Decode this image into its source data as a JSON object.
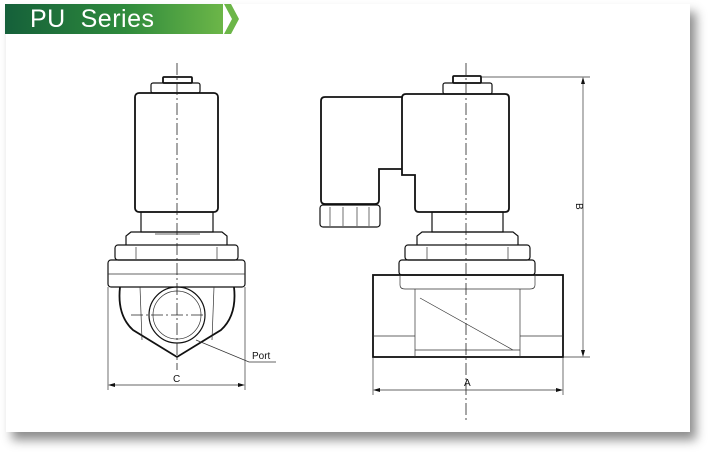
{
  "header": {
    "title": "PU  Series",
    "accent_start": "#15603a",
    "accent_end": "#6cb648"
  },
  "drawing": {
    "port_label": "Port",
    "dim_a": "A",
    "dim_b": "B",
    "dim_c": "C"
  }
}
